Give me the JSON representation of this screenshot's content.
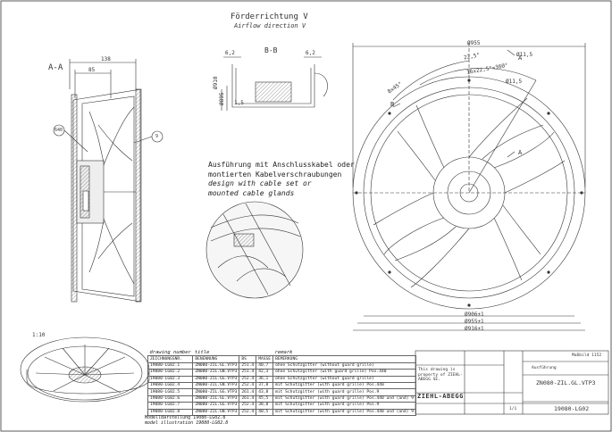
{
  "airflow": {
    "de": "Förderrichtung V",
    "en": "Airflow direction V"
  },
  "section_aa": {
    "label": "A-A",
    "dim_top": "138",
    "dim_inner": "85",
    "callout_left": "640",
    "callout_right": "9"
  },
  "section_bb": {
    "label": "B-B",
    "dim_left": "6,2",
    "dim_right": "6,2",
    "dim_bottom": "1,5",
    "dim_vertical_1": "Ø910",
    "dim_vertical_2": "Ø895"
  },
  "front_view": {
    "dim_top": "Ø955",
    "angle_1": "22,5°",
    "angle_2": "16x22,5°=360°",
    "angle_3": "8x45°",
    "bolt_1": "Ø11,5",
    "bolt_2": "Ø11,5",
    "marker_a_top": "A",
    "marker_a_bottom": "A",
    "marker_b": "B",
    "dim_bottom_1": "Ø906±1",
    "dim_bottom_2": "Ø955±1",
    "dim_bottom_3": "Ø916±1"
  },
  "note": {
    "de_1": "Ausführung mit Anschlusskabel oder",
    "de_2": "montierten Kabelverschraubungen",
    "en_1": "design with cable set or",
    "en_2": "mounted cable glands"
  },
  "iso_scale": "1:10",
  "parts_table": {
    "heading_drawing_number": "drawing number",
    "heading_title": "title",
    "heading_remark": "remark",
    "columns": [
      "ZEICHNUNGSNR.",
      "BENENNUNG",
      "BS",
      "MASSE",
      "BEMERKUNG"
    ],
    "rows": [
      [
        "19080-LG02.1",
        "ZN080-ZIL.GL.VTP3",
        "251.4",
        "40,7",
        "ohne Schutzgitter (without guard grille)"
      ],
      [
        "19080-LG02.2",
        "ZN080-ZIL.GN.VTP3",
        "251.4",
        "42,3",
        "ohne Schutzgitter (with guard grille) Pos.440"
      ],
      [
        "19080-LG02.3",
        "ZN080-ZIL.GG.VTP3",
        "252.4",
        "36,1",
        "ohne Schutzgitter (without guard grille)"
      ],
      [
        "19080-LG02.4",
        "ZN080-ZIL.GN.VTP3",
        "252.4",
        "37,8",
        "mit Schutzgitter (with guard grille) Pos.440"
      ],
      [
        "19080-LG02.5",
        "ZN080-ZIL.GG.VTP3",
        "261.4",
        "43,8",
        "mit Schutzgitter (with guard grille) Pos.9"
      ],
      [
        "19080-LG02.6",
        "ZN080-ZIL.GL.VTP3",
        "261.4",
        "45,5",
        "mit Schutzgitter (with guard grille) Pos.440 und (and) 9"
      ],
      [
        "19080-LG02.7",
        "ZN080-ZIL.GG.VTP3",
        "252.4",
        "38,8",
        "mit Schutzgitter (with guard grille) Pos.9"
      ],
      [
        "19080-LG02.8",
        "ZN080-ZIL.GN.VTP3",
        "252.4",
        "40,5",
        "mit Schutzgitter (with guard grille) Pos.440 und (and) 9"
      ]
    ]
  },
  "model_note": {
    "de": "Modelldarstellung 19080-LG02.8",
    "en": "model illustration 19080-LG02.8"
  },
  "title_block": {
    "company": "ZIEHL-ABEGG",
    "product_name": "ZN080-ZIL.GL.VTP3",
    "drawing_number": "19080-LG02",
    "doc_type_de": "Maßbild 1152",
    "doc_type_en": "Ausführung",
    "property_de": "This drawing is property of ZIEHL-ABEGG SE.",
    "sheet": "1/1"
  }
}
